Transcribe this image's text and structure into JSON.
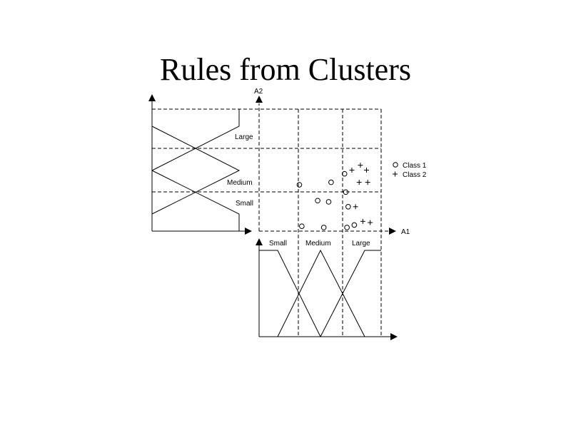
{
  "slide": {
    "title": "Rules from Clusters"
  },
  "axes": {
    "x_label": "A1",
    "y_label": "A2"
  },
  "fuzzy_sets": {
    "a1": [
      "Small",
      "Medium",
      "Large"
    ],
    "a2": [
      "Large",
      "Medium",
      "Small"
    ]
  },
  "legend": {
    "items": [
      {
        "symbol": "circle",
        "label": "Class 1"
      },
      {
        "symbol": "plus",
        "label": "Class 2"
      }
    ]
  },
  "scatter": {
    "class1": [
      [
        0.33,
        0.38
      ],
      [
        0.59,
        0.4
      ],
      [
        0.48,
        0.25
      ],
      [
        0.57,
        0.24
      ],
      [
        0.35,
        0.04
      ],
      [
        0.53,
        0.03
      ],
      [
        0.7,
        0.47
      ],
      [
        0.71,
        0.32
      ],
      [
        0.73,
        0.2
      ],
      [
        0.72,
        0.03
      ],
      [
        0.78,
        0.05
      ]
    ],
    "class2": [
      [
        0.76,
        0.5
      ],
      [
        0.83,
        0.54
      ],
      [
        0.88,
        0.5
      ],
      [
        0.82,
        0.4
      ],
      [
        0.89,
        0.4
      ],
      [
        0.79,
        0.2
      ],
      [
        0.85,
        0.08
      ],
      [
        0.91,
        0.07
      ]
    ]
  }
}
